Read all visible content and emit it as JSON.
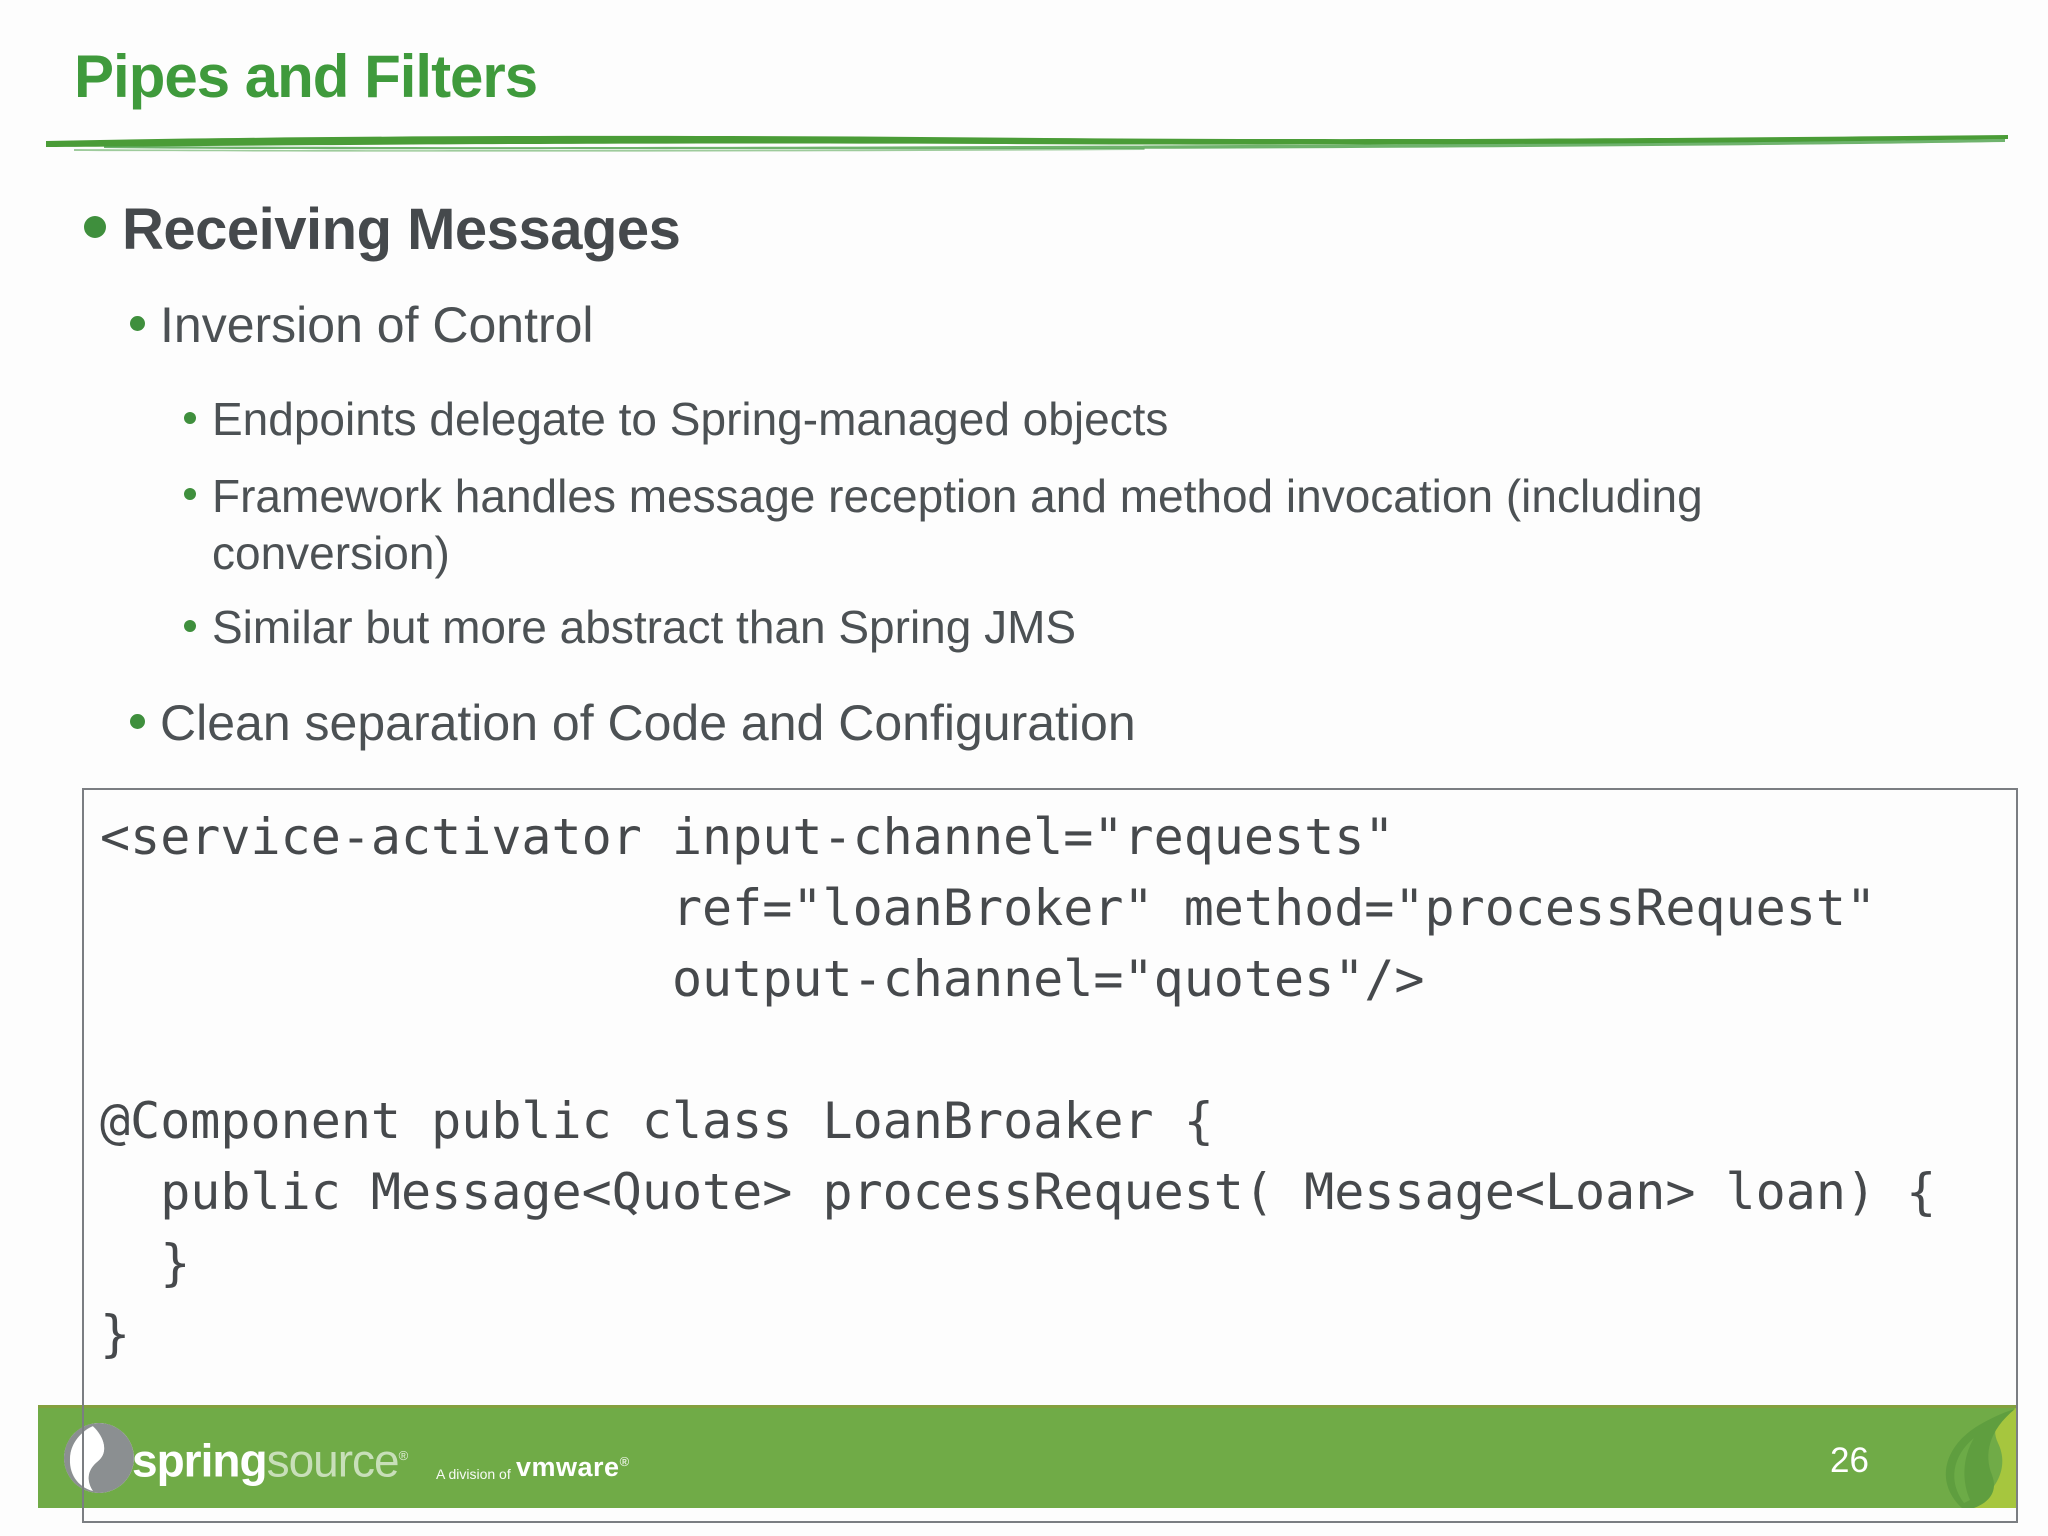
{
  "slide": {
    "title": "Pipes and Filters",
    "bullets": {
      "level1": "Receiving Messages",
      "level2_a": "Inversion of Control",
      "level3_items": [
        "Endpoints delegate to Spring-managed objects",
        "Framework handles message reception and method invocation (including conversion)",
        "Similar but more abstract than Spring JMS"
      ],
      "level2_b": "Clean separation of Code and Configuration"
    },
    "code_lines": [
      "<service-activator input-channel=\"requests\"",
      "                   ref=\"loanBroker\" method=\"processRequest\"",
      "                   output-channel=\"quotes\"/>",
      "",
      "@Component public class LoanBroaker {",
      "  public Message<Quote> processRequest( Message<Loan> loan) {",
      "  }",
      "}"
    ],
    "footer": {
      "brand_primary": "spring",
      "brand_secondary": "source",
      "registered_mark": "®",
      "division_label": "A division of",
      "vmware_label": "vmware",
      "page_number": "26"
    }
  },
  "colors": {
    "title_green": "#3f9a3c",
    "bullet_green": "#3f8f3d",
    "heading_text": "#45494c",
    "body_text": "#4c5154",
    "code_text": "#46494c",
    "box_border": "#7b7e82",
    "footer_green": "#70ab47",
    "footer_edge": "#84a03e",
    "swirl_light": "#a6c63e",
    "swirl_dark": "#5f9e3f",
    "logo_gray": "#8b8f91"
  }
}
